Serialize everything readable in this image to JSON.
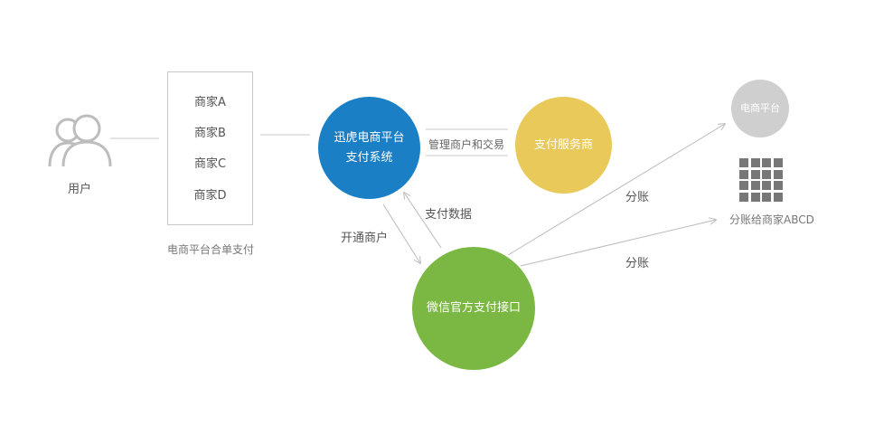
{
  "user": {
    "label": "用户"
  },
  "merchants": {
    "items": [
      "商家A",
      "商家B",
      "商家C",
      "商家D"
    ],
    "caption": "电商平台合单支付"
  },
  "nodes": {
    "xunhu": {
      "line1": "迅虎电商平台",
      "line2": "支付系统",
      "color": "#1a7fc5"
    },
    "provider": {
      "label": "支付服务商",
      "color": "#e8c95a"
    },
    "wechat": {
      "label": "微信官方支付接口",
      "color": "#7ab843"
    },
    "platform": {
      "label": "电商平台",
      "color": "#cfcfcf"
    }
  },
  "edges": {
    "manage": "管理商户和交易",
    "pay_data": "支付数据",
    "open_merchant": "开通商户",
    "split_1": "分账",
    "split_2": "分账"
  },
  "split_target": {
    "label": "分账给商家ABCD",
    "icon": "grid-icon"
  },
  "icons": {
    "user": "users-icon"
  }
}
